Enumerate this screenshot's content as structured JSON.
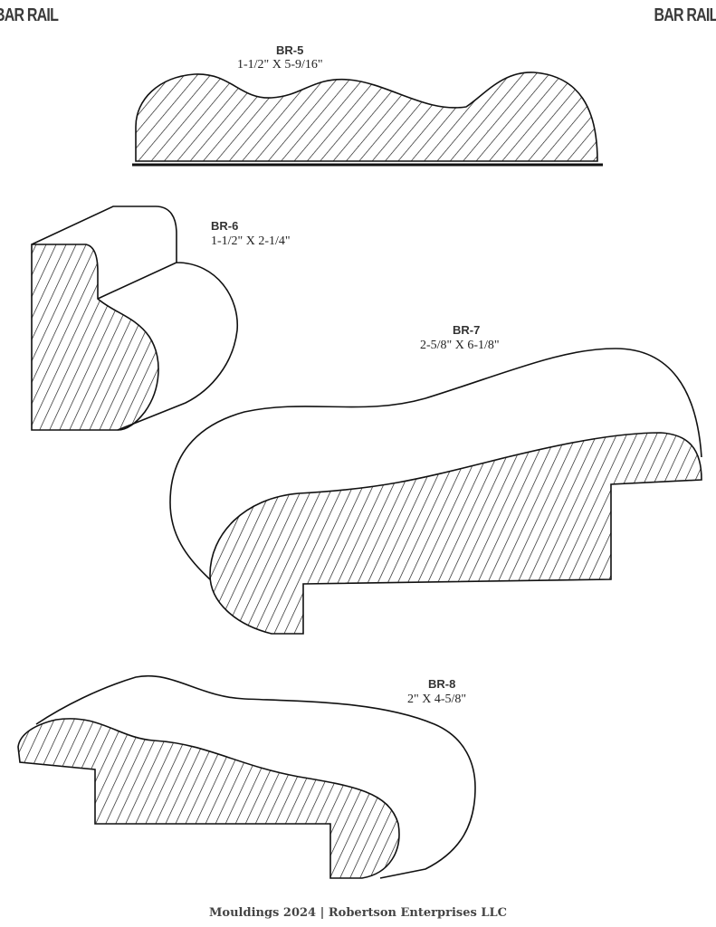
{
  "header": {
    "left": "BAR RAIL",
    "right": "BAR RAIL"
  },
  "profiles": [
    {
      "code": "BR-5",
      "size": "1-1/2\" X 5-9/16\""
    },
    {
      "code": "BR-6",
      "size": "1-1/2\" X 2-1/4\""
    },
    {
      "code": "BR-7",
      "size": "2-5/8\" X 6-1/8\""
    },
    {
      "code": "BR-8",
      "size": "2\" X 4-5/8\""
    }
  ],
  "footer": "Mouldings 2024 | Robertson Enterprises LLC"
}
